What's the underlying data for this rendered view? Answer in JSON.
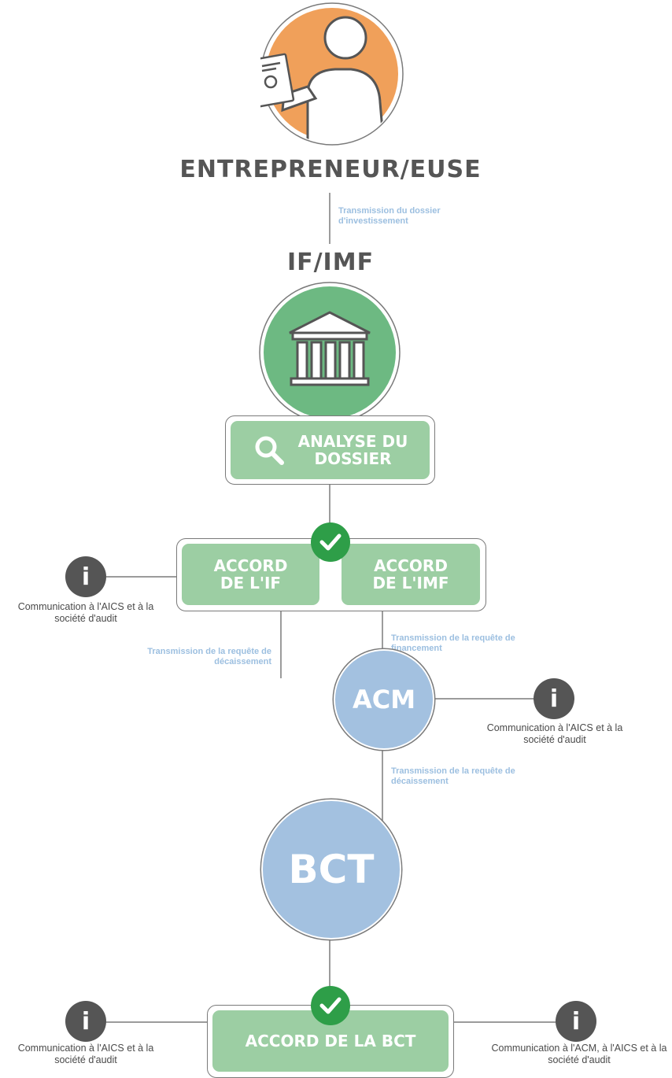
{
  "top": {
    "role_title": "ENTREPRENEUR/EUSE",
    "transmission_dossier": "Transmission du dossier d'investissement"
  },
  "institution": {
    "title": "IF/IMF",
    "analyse_label": "ANALYSE DU DOSSIER"
  },
  "accords": {
    "if_label": "ACCORD DE L'IF",
    "imf_label": "ACCORD DE L'IMF"
  },
  "notes": {
    "requete_financement": "Transmission de la requête de financement",
    "requete_decaissement_left": "Transmission de la requête de décaissement",
    "requete_decaissement_right": "Transmission de la requête de décaissement"
  },
  "nodes": {
    "acm": "ACM",
    "bct": "BCT",
    "accord_bct": "ACCORD DE LA BCT"
  },
  "info": {
    "icon_glyph": "i",
    "comm_if": "Communication à l'AICS et à la société d'audit",
    "comm_acm": "Communication à l'AICS et à la société d'audit",
    "comm_bct_left": "Communication à l'AICS et à la société d'audit",
    "comm_bct_right": "Communication à l'ACM, à l'AICS et à la société d'audit"
  },
  "colors": {
    "orange": "#f0a05a",
    "green": "#6db982",
    "light_green": "#9ccea3",
    "blue": "#a3c1e0",
    "check_green": "#2e9e48",
    "dark_gray": "#555555"
  }
}
